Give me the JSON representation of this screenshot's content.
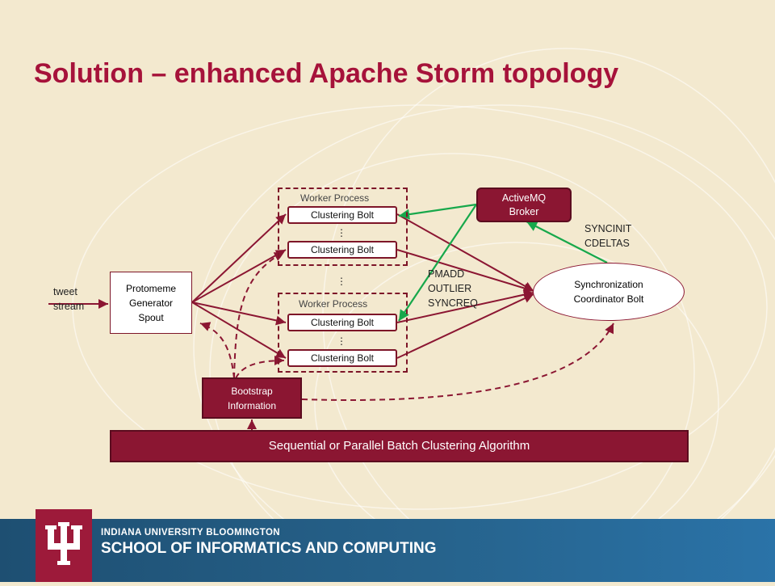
{
  "slide": {
    "title": "Solution – enhanced Apache Storm topology"
  },
  "diagram": {
    "input_label_line1": "tweet",
    "input_label_line2": "stream",
    "spout": {
      "line1": "Protomeme",
      "line2": "Generator",
      "line3": "Spout"
    },
    "worker_process_1": {
      "label": "Worker Process",
      "bolt_a": "Clustering Bolt",
      "bolt_b": "Clustering Bolt",
      "dots": "⋮"
    },
    "worker_process_2": {
      "label": "Worker Process",
      "bolt_a": "Clustering Bolt",
      "bolt_b": "Clustering Bolt",
      "dots": "⋮"
    },
    "between_dots": "⋮",
    "broker": {
      "line1": "ActiveMQ",
      "line2": "Broker"
    },
    "coordinator": {
      "line1": "Synchronization",
      "line2": "Coordinator Bolt"
    },
    "messages_to_coordinator": [
      "PMADD",
      "OUTLIER",
      "SYNCREQ"
    ],
    "messages_to_broker": [
      "SYNCINIT",
      "CDELTAS"
    ],
    "bootstrap": {
      "line1": "Bootstrap",
      "line2": "Information"
    },
    "batch_algorithm": "Sequential or Parallel Batch Clustering Algorithm",
    "colors": {
      "accent": "#8b1632",
      "green": "#17a84b",
      "title": "#a6123a"
    }
  },
  "footer": {
    "university": "INDIANA UNIVERSITY BLOOMINGTON",
    "school": "SCHOOL OF INFORMATICS AND COMPUTING",
    "logo": "trident-icon"
  }
}
